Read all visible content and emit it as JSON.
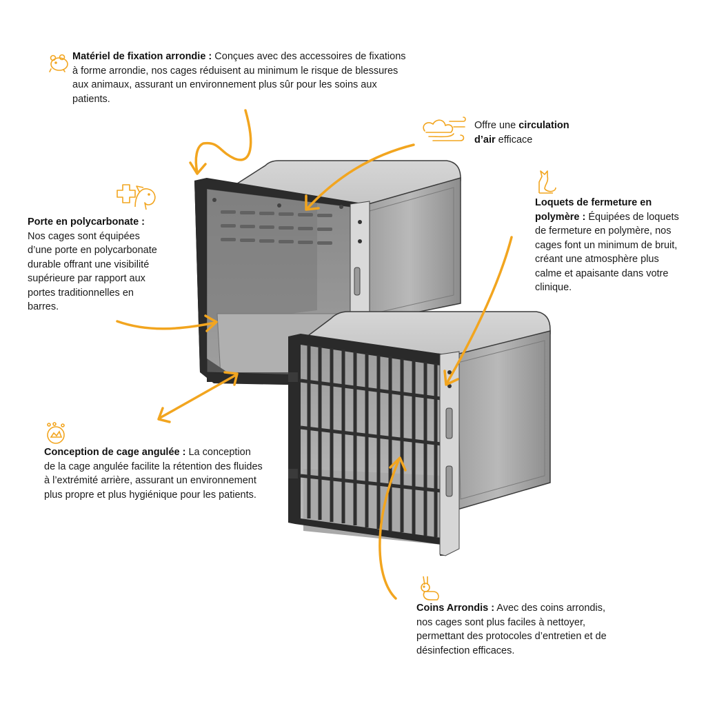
{
  "accent_color": "#f2a51f",
  "callouts": {
    "fixation": {
      "icon": "hamster-icon",
      "title": "Matériel de fixation arrondie :",
      "body": "Conçues avec des accessoires de fixations à forme arrondie, nos cages réduisent au minimum le risque de blessures aux animaux, assurant un environnement plus sûr pour les soins aux patients."
    },
    "air": {
      "icon": "air-flow-icon",
      "prefix": "Offre une",
      "title": "circulation d’air",
      "suffix": "efficace"
    },
    "porte": {
      "icon": "vet-cross-dog-icon",
      "title": "Porte en polycarbonate :",
      "body": "Nos cages sont équipées d’une porte en polycarbonate durable offrant une visibilité supérieure par rapport aux portes traditionnelles en barres."
    },
    "loquets": {
      "icon": "cat-icon",
      "title": "Loquets de fermeture en polymère :",
      "body": "Équipées de loquets de fermeture en polymère, nos cages font un minimum de bruit, créant une atmosphère plus calme et apaisante dans votre clinique."
    },
    "angulee": {
      "icon": "animals-circle-icon",
      "title": "Conception de cage angulée :",
      "body": "La conception de la cage angulée facilite la rétention des fluides à l’extrémité arrière, assurant un environnement plus propre et plus hygiénique pour les patients."
    },
    "coins": {
      "icon": "rabbit-icon",
      "title": "Coins Arrondis :",
      "body": "Avec des coins arrondis, nos cages sont plus faciles à nettoyer, permettant des protocoles d’entretien et de désinfection efficaces."
    }
  }
}
